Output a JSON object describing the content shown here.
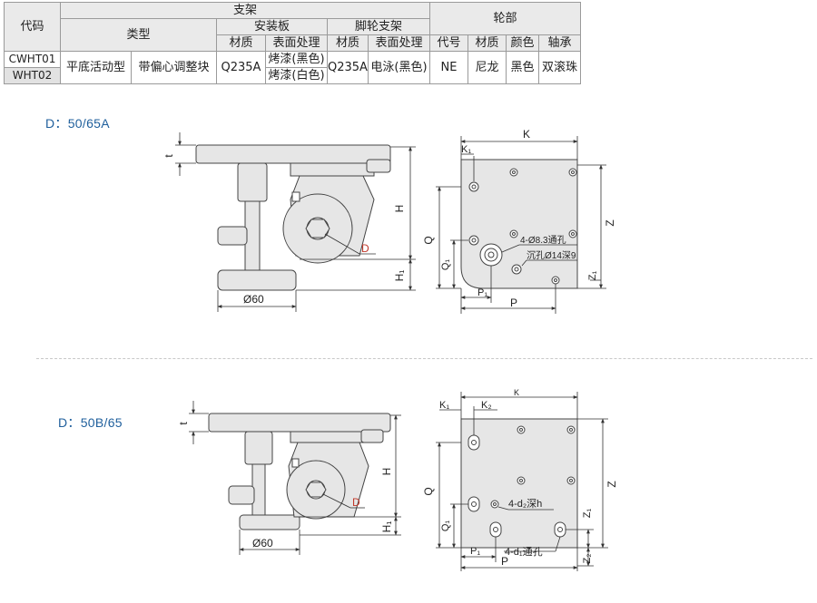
{
  "table": {
    "code_header": "代码",
    "bracket_header": "支架",
    "wheel_header": "轮部",
    "type_header": "类型",
    "mount_plate_header": "安装板",
    "caster_bracket_header": "脚轮支架",
    "material": "材质",
    "surface": "表面处理",
    "wheel_code": "代号",
    "wheel_material": "材质",
    "wheel_color": "颜色",
    "wheel_bearing": "轴承",
    "codes": [
      "CWHT01",
      "WHT02"
    ],
    "type1": "平底活动型",
    "type2": "带偏心调整块",
    "plate_material": "Q235A",
    "plate_surfaces": [
      "烤漆(黑色)",
      "烤漆(白色)"
    ],
    "caster_material": "Q235A",
    "caster_surface": "电泳(黑色)",
    "wheel_values": [
      "NE",
      "尼龙",
      "黑色",
      "双滚珠"
    ]
  },
  "section1": {
    "label": "D：50/65A",
    "dims": {
      "t": "t",
      "H": "H",
      "H1": "H₁",
      "D": "D",
      "dia": "Ø60",
      "K": "K",
      "K1": "K₁",
      "Z": "Z",
      "Z1": "Z₁",
      "Q": "Q",
      "Q1": "Q₁",
      "P": "P",
      "P1": "P₁",
      "hole_note1": "4-Ø8.3通孔",
      "hole_note2": "沉孔Ø14深9"
    }
  },
  "section2": {
    "label": "D：50B/65",
    "dims": {
      "t": "t",
      "H": "H",
      "H1": "H₁",
      "D": "D",
      "dia": "Ø60",
      "K": "K",
      "K1": "K₁",
      "K2": "K₂",
      "Z": "Z",
      "Z1": "Z₁",
      "Z2": "Z₂",
      "Q": "Q",
      "Q1": "Q₁",
      "P": "P",
      "P1": "P₁",
      "note_d2": "4-d₂深h",
      "note_d1": "4-d₁通孔"
    }
  },
  "colors": {
    "accent_label": "#1f5f9c",
    "part_fill": "#e6e6e6",
    "dim_red": "#c0392b"
  }
}
